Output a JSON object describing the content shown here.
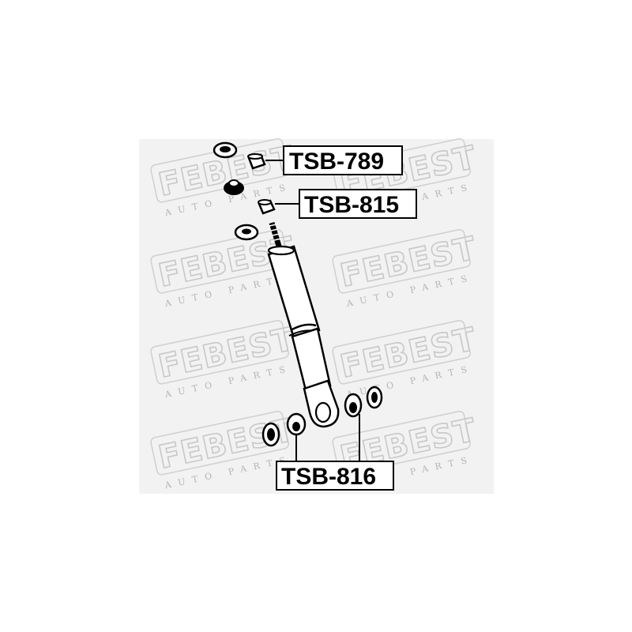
{
  "watermark": {
    "brand": "FEBEST",
    "tagline": "AUTO PARTS"
  },
  "labels": {
    "part_top": "TSB-789",
    "part_middle": "TSB-815",
    "part_bottom": "TSB-816"
  },
  "colors": {
    "panel_background": "#f2f2f2",
    "line": "#000000",
    "watermark": "#c8c8c8"
  },
  "icons": [
    "shock-absorber-icon",
    "bushing-icon",
    "washer-icon",
    "threaded-stud-icon"
  ]
}
